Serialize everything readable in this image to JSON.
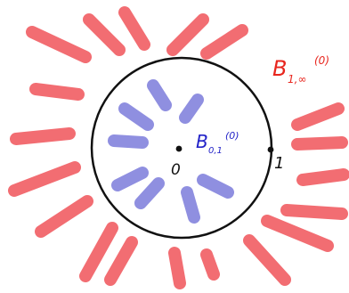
{
  "labels": {
    "inner_main": "B",
    "inner_sub": "0,1",
    "inner_sup": "(0)",
    "outer_main": "B",
    "outer_sub": "1,∞",
    "outer_sup": "(0)",
    "origin": "0",
    "radius": "1"
  },
  "colors": {
    "outer_strokes": "#f26d72",
    "inner_strokes": "#8f8fe0",
    "outer_label": "#e8261e",
    "inner_label": "#2323c8",
    "circle": "#111111"
  }
}
